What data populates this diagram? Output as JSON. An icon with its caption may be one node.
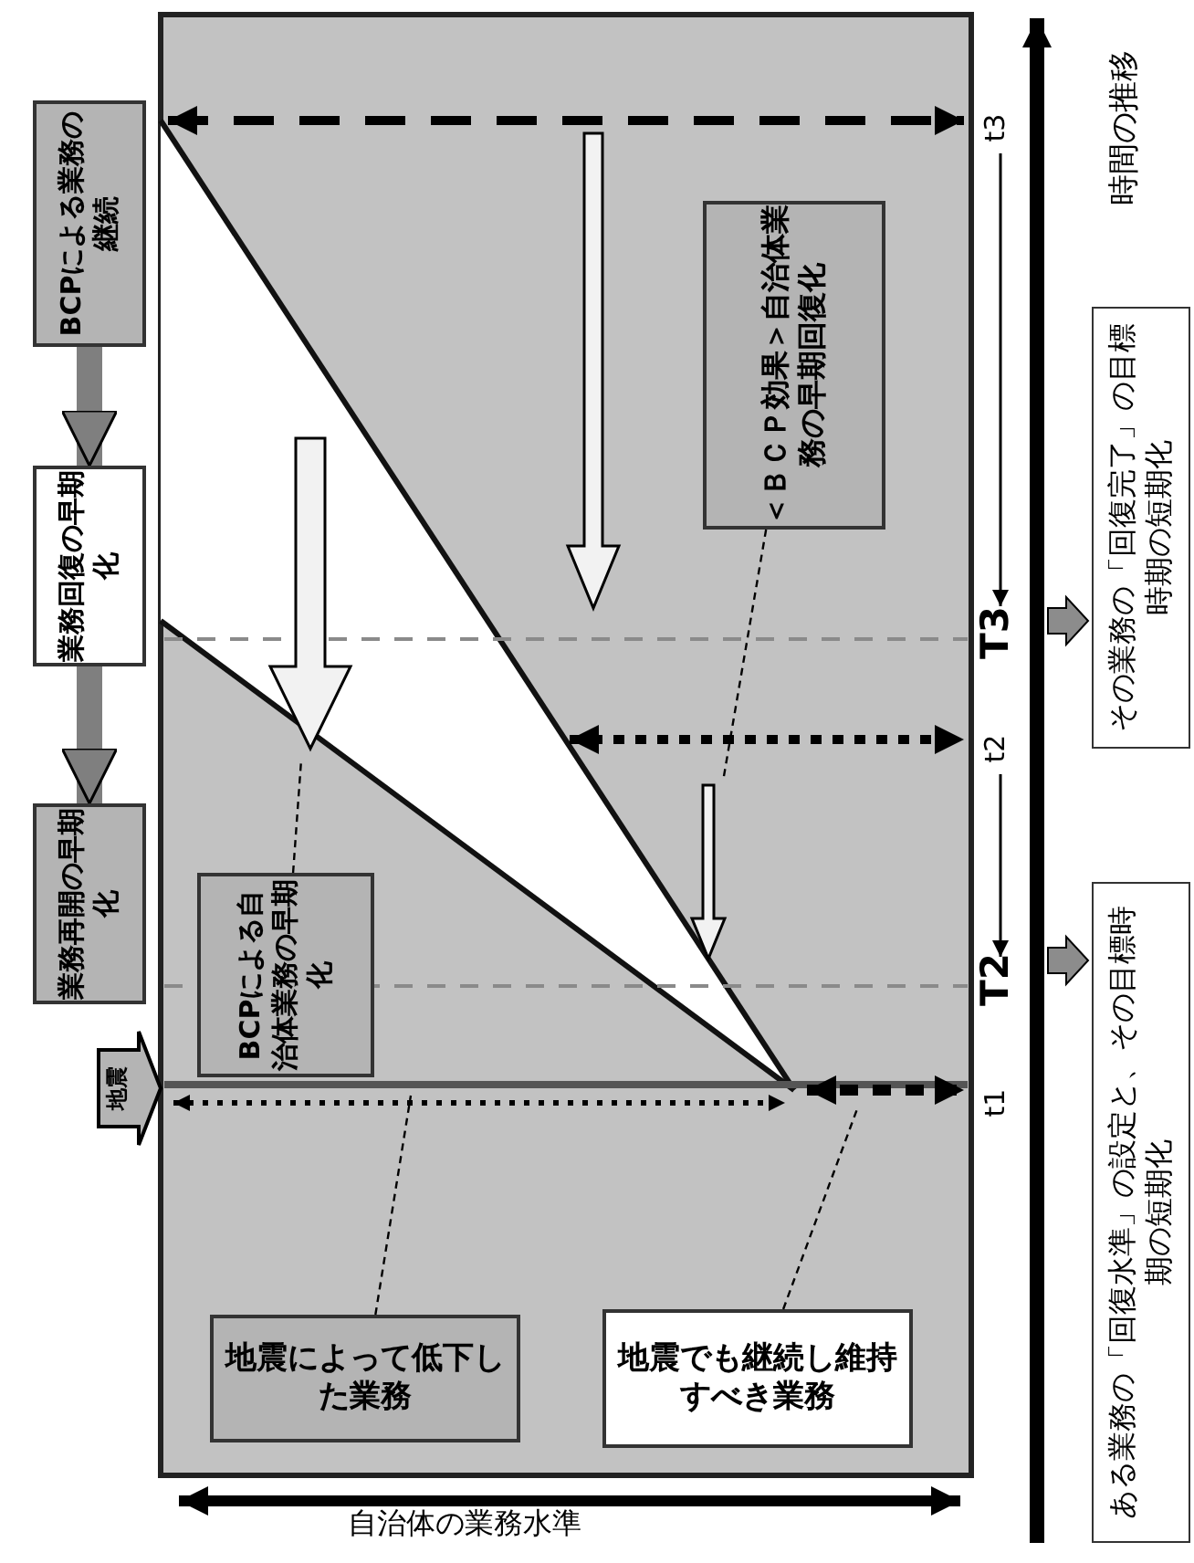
{
  "diagram": {
    "nodes": [
      {
        "text": [
          "業務再開の早期化"
        ]
      },
      {
        "text": [
          "業務回復の早期化"
        ]
      },
      {
        "text": [
          "BCPによる業務の継続"
        ]
      },
      {
        "text": [
          "地震"
        ]
      },
      {
        "text": [
          "BCPによる自治体業務の早期化"
        ]
      },
      {
        "text": [
          "地震によって低下した業務"
        ]
      },
      {
        "text": [
          "地震でも継続し維持すべき業務"
        ]
      },
      {
        "text": [
          "＜ＢＣＰ効果＞自治体業務の早期回復化"
        ]
      },
      {
        "text": [
          "ある業務の「回復水準」の設定と、その目標時期の短期化"
        ]
      },
      {
        "text": [
          "その業務の「回復完了」の目標時期の短期化"
        ]
      }
    ],
    "edges": [
      {
        "from": 2,
        "to": 1,
        "arrow": "to",
        "style": "thick",
        "color": "#7f7f7f"
      },
      {
        "from": 1,
        "to": 0,
        "arrow": "to",
        "style": "thick",
        "color": "#7f7f7f"
      },
      {
        "from": 4,
        "to": null,
        "arrow": "none",
        "style": "dashed"
      },
      {
        "from": 7,
        "to": null,
        "arrow": "none",
        "style": "dashed"
      },
      {
        "from": 5,
        "to": null,
        "arrow": "none",
        "style": "dashed"
      },
      {
        "from": 6,
        "to": null,
        "arrow": "none",
        "style": "dashed"
      }
    ],
    "labels": [
      "t1",
      "T2",
      "t2",
      "T3",
      "t3",
      "時間の推移",
      "自治体の業務水準"
    ]
  }
}
